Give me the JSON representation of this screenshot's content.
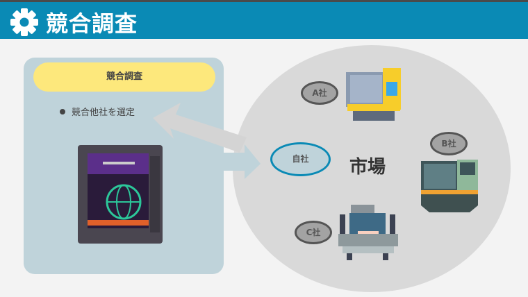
{
  "header": {
    "title": "競合調査",
    "icon": "gear-icon"
  },
  "panel": {
    "heading": "競合調査",
    "bullet": "競合他社を選定"
  },
  "market": {
    "label": "市場",
    "self": "自社",
    "companies": [
      "A社",
      "B社",
      "C社"
    ]
  },
  "colors": {
    "header": "#0a8ab5",
    "pill": "#fde87c",
    "panel": "#bfd3da"
  }
}
